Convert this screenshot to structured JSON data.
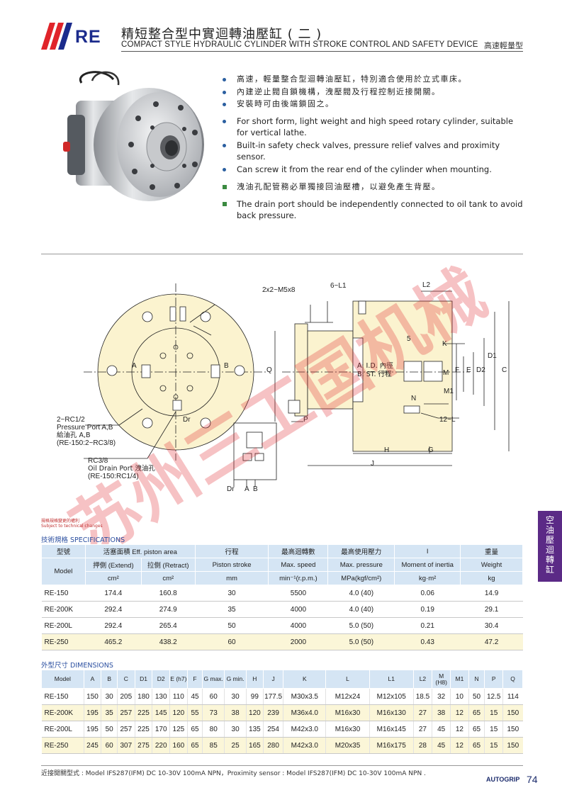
{
  "header": {
    "logo": "RE",
    "title_zh": "精短整合型中實迴轉油壓缸 ( 二 )",
    "title_en": "COMPACT STYLE HYDRAULIC CYLINDER WITH STROKE CONTROL AND SAFETY DEVICE",
    "tag": "高速輕量型"
  },
  "features": [
    {
      "text": "高速，輕量整合型迴轉油壓缸，特別適合使用於立式車床。",
      "marker": "dot",
      "lang": "zh"
    },
    {
      "text": "內建逆止閥自鎖機構，洩壓閥及行程控制近接開關。",
      "marker": "dot",
      "lang": "zh"
    },
    {
      "text": "安裝時可由後端鎖固之。",
      "marker": "dot",
      "lang": "zh"
    },
    {
      "text": "For short form, light weight and high speed rotary cylinder, suitable for vertical lathe.",
      "marker": "dot",
      "lang": "en"
    },
    {
      "text": "Built-in safety check valves, pressure relief valves and proximity sensor.",
      "marker": "dot",
      "lang": "en"
    },
    {
      "text": "Can screw it from the rear end of the cylinder when mounting.",
      "marker": "dot",
      "lang": "en"
    },
    {
      "text": "洩油孔配管務必單獨接回油壓槽，以避免產生背壓。",
      "marker": "square",
      "lang": "zh"
    },
    {
      "text": "The drain port should be independently connected to oil tank to avoid back pressure.",
      "marker": "square",
      "lang": "en"
    }
  ],
  "drawing": {
    "labels": {
      "m5": "2x2~M5x8",
      "l1": "6~L1",
      "l2": "L2",
      "a": "A",
      "b": "B",
      "dr": "Dr",
      "q": "Q",
      "five": "5",
      "k": "K",
      "m": "M",
      "f": "F",
      "e": "E",
      "d2": "D2",
      "d1": "D1",
      "c": "C",
      "id": "A: I.D. 內徑",
      "st": "B: ST. 行程",
      "n": "N",
      "m1": "M1",
      "twelve_l": "12~L",
      "p": "P",
      "h": "H",
      "g": "G",
      "j": "J",
      "port1": "2~RC1/2",
      "port2": "Pressure Port A,B",
      "port3": "給油孔 A,B",
      "port4": "(RE-150:2~RC3/8)",
      "drain1": "RC3/8",
      "drain2": "Oil Drain Port  洩油孔",
      "drain3": "(RE-150:RC1/4)",
      "hy_dr": "Dr",
      "hy_a": "A",
      "hy_b": "B"
    },
    "watermark": "苏州三工国机械"
  },
  "note": {
    "line1": "規格規格變更的權利",
    "line2": "Subject to technical changes"
  },
  "specs": {
    "title": "技術規格 SPECIFICATIONS",
    "head": {
      "model_zh": "型號",
      "model_en": "Model",
      "area_zh": "活塞面積 Eff. piston area",
      "extend": "押側 (Extend)",
      "retract": "拉側 (Retract)",
      "stroke_zh": "行程",
      "stroke_en": "Piston stroke",
      "speed_zh": "最高迴轉數",
      "speed_en": "Max. speed",
      "pressure_zh": "最高使用壓力",
      "pressure_en": "Max. pressure",
      "inertia_zh": "I",
      "inertia_en": "Moment of inertia",
      "weight_zh": "重量",
      "weight_en": "Weight",
      "u_area1": "cm²",
      "u_area2": "cm²",
      "u_stroke": "mm",
      "u_speed": "min⁻¹(r.p.m.)",
      "u_pressure": "MPa(kgf/cm²)",
      "u_inertia": "kg·m²",
      "u_weight": "kg"
    },
    "rows": [
      {
        "model": "RE-150",
        "extend": "174.4",
        "retract": "160.8",
        "stroke": "30",
        "speed": "5500",
        "pressure": "4.0 (40)",
        "inertia": "0.06",
        "weight": "14.9"
      },
      {
        "model": "RE-200K",
        "extend": "292.4",
        "retract": "274.9",
        "stroke": "35",
        "speed": "4000",
        "pressure": "4.0 (40)",
        "inertia": "0.19",
        "weight": "29.1"
      },
      {
        "model": "RE-200L",
        "extend": "292.4",
        "retract": "265.4",
        "stroke": "50",
        "speed": "4000",
        "pressure": "5.0 (50)",
        "inertia": "0.21",
        "weight": "30.4"
      },
      {
        "model": "RE-250",
        "extend": "465.2",
        "retract": "438.2",
        "stroke": "60",
        "speed": "2000",
        "pressure": "5.0 (50)",
        "inertia": "0.43",
        "weight": "47.2"
      }
    ]
  },
  "dims": {
    "title": "外型尺寸 DIMENSIONS",
    "headers": [
      "Model",
      "A",
      "B",
      "C",
      "D1",
      "D2",
      "E (h7)",
      "F",
      "G max.",
      "G min.",
      "H",
      "J",
      "K",
      "L",
      "L1",
      "L2",
      "M (H8)",
      "M1",
      "N",
      "P",
      "Q"
    ],
    "rows": [
      [
        "RE-150",
        "150",
        "30",
        "205",
        "180",
        "130",
        "110",
        "45",
        "60",
        "30",
        "99",
        "177.5",
        "M30x3.5",
        "M12x24",
        "M12x105",
        "18.5",
        "32",
        "10",
        "50",
        "12.5",
        "114"
      ],
      [
        "RE-200K",
        "195",
        "35",
        "257",
        "225",
        "145",
        "120",
        "55",
        "73",
        "38",
        "120",
        "239",
        "M36x4.0",
        "M16x30",
        "M16x130",
        "27",
        "38",
        "12",
        "65",
        "15",
        "150"
      ],
      [
        "RE-200L",
        "195",
        "50",
        "257",
        "225",
        "170",
        "125",
        "65",
        "80",
        "30",
        "135",
        "254",
        "M42x3.0",
        "M16x30",
        "M16x145",
        "27",
        "45",
        "12",
        "65",
        "15",
        "150"
      ],
      [
        "RE-250",
        "245",
        "60",
        "307",
        "275",
        "220",
        "160",
        "65",
        "85",
        "25",
        "165",
        "280",
        "M42x3.0",
        "M20x35",
        "M16x175",
        "28",
        "45",
        "12",
        "65",
        "15",
        "150"
      ]
    ]
  },
  "side_tab": [
    "空",
    "油",
    "壓",
    "迴",
    "轉",
    "缸"
  ],
  "footer": {
    "text": "近接開關型式 : Model IFS287(IFM)  DC 10-30V 100mA NPN，Proximity sensor : Model IFS287(IFM)  DC 10-30V 100mA NPN .",
    "brand": "AUTOGRIP",
    "page": "74"
  },
  "colors": {
    "brand_blue": "#1b2b8c",
    "accent_red": "#e0242a",
    "table_header": "#d5e5f4",
    "row_highlight": "#fbf6d8",
    "side_tab": "#5b2a86",
    "drawing_fill": "#fbf3cf"
  }
}
